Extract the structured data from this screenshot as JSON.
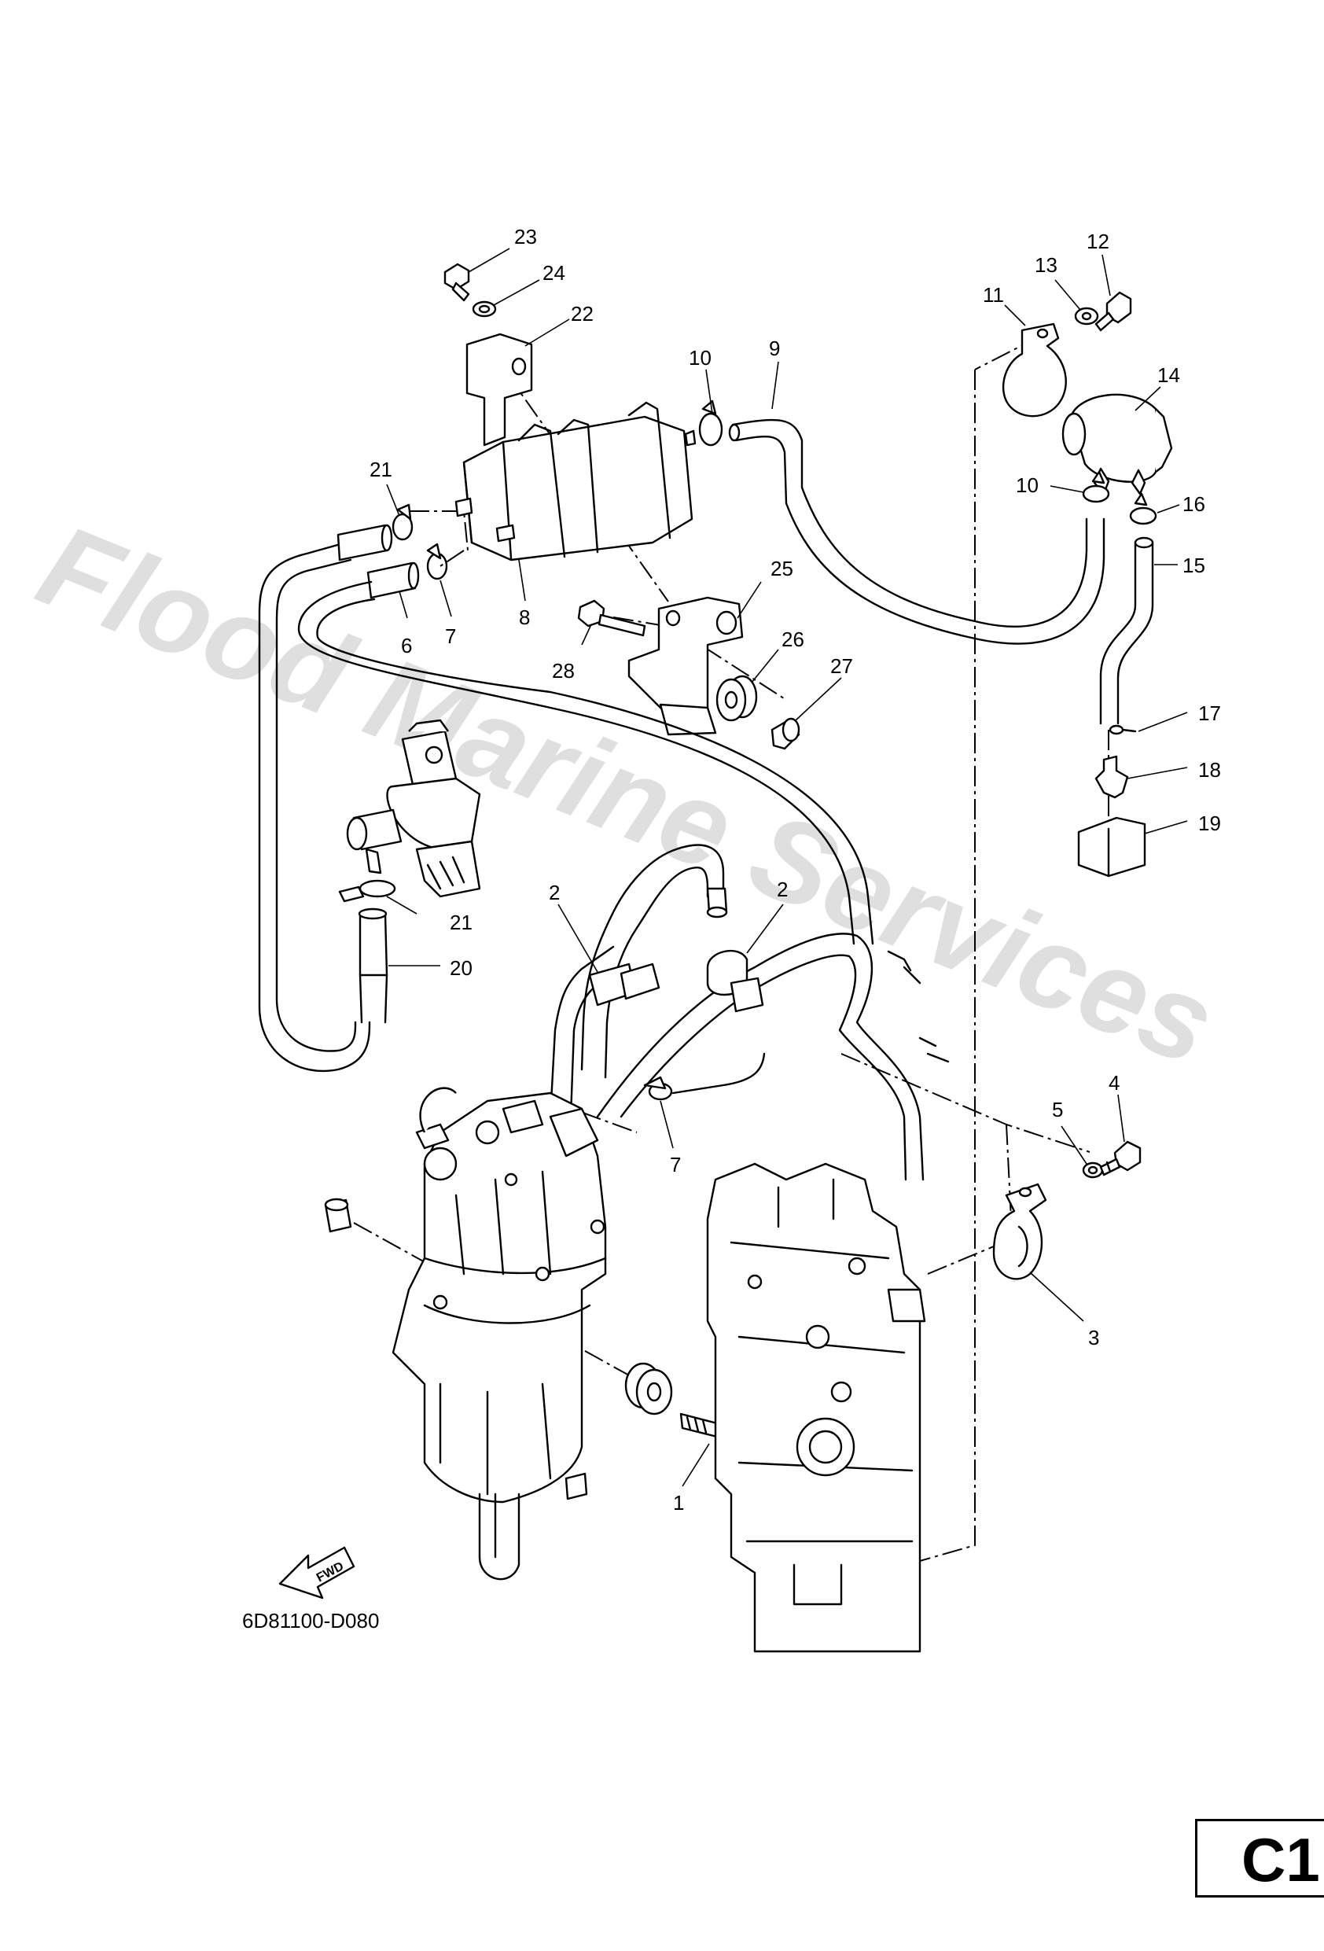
{
  "diagram": {
    "watermark": "Flood Marine Services",
    "drawing_code": "6D81100-D080",
    "direction_marker": "FWD",
    "page_tab": "C1",
    "callouts": [
      "23",
      "24",
      "22",
      "10",
      "9",
      "12",
      "13",
      "11",
      "14",
      "21",
      "10",
      "16",
      "15",
      "6",
      "7",
      "8",
      "25",
      "28",
      "26",
      "27",
      "17",
      "18",
      "19",
      "2",
      "2",
      "21",
      "20",
      "4",
      "5",
      "7",
      "3",
      "1"
    ]
  }
}
